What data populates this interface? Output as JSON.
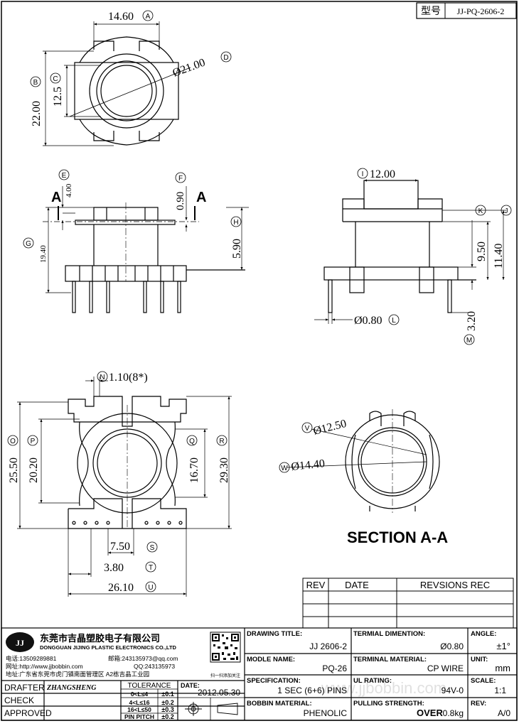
{
  "header": {
    "model_label": "型号",
    "model_no": "JJ-PQ-2606-2"
  },
  "top_view": {
    "width": "14.60",
    "width_tag": "A",
    "height": "22.00",
    "height_tag": "B",
    "inner": "12.5",
    "inner_tag": "C",
    "dia": "Ø21.00",
    "dia_tag": "D"
  },
  "side_view": {
    "e_tag": "E",
    "e_dim": "4.00",
    "f_tag": "F",
    "f_dim": "0.90",
    "section_left": "A",
    "section_right": "A",
    "g_tag": "G",
    "g_dim": "19.40",
    "h_dim": "5.90",
    "h_tag": "H"
  },
  "front_view": {
    "i_tag": "I",
    "i_dim": "12.00",
    "k_tag": "K",
    "j_tag": "J",
    "d950": "9.50",
    "d1140": "11.40",
    "pin_dia": "Ø0.80",
    "l_tag": "L",
    "m_tag": "M",
    "m_dim": "3.20"
  },
  "bottom_view": {
    "n_tag": "N",
    "n_dim": "1.10(8*)",
    "o_tag": "O",
    "o_dim": "25.50",
    "p_tag": "P",
    "p_dim": "20.20",
    "q_tag": "Q",
    "q_dim": "16.70",
    "r_tag": "R",
    "r_dim": "29.30",
    "s_dim": "7.50",
    "s_tag": "S",
    "t_dim": "3.80",
    "t_tag": "T",
    "u_dim": "26.10",
    "u_tag": "U"
  },
  "section": {
    "v_tag": "V",
    "v_dim": "Ø12.50",
    "w_tag": "W",
    "w_dim": "Ø14.40",
    "title": "SECTION A-A"
  },
  "rev_table": {
    "h_rev": "REV",
    "h_date": "DATE",
    "h_rec": "REVSIONS REC"
  },
  "company": {
    "logo": "JJ",
    "name_cn": "东莞市吉晶塑胶电子有限公司",
    "name_en": "DONGGUAN JIJING PLASTIC ELECTRONICS CO.,LTD",
    "tel": "电话:13509289881",
    "email": "邮箱:243135973@qq.com",
    "web": "网址:http://www.jjbobbin.com",
    "qq": "QQ:243135973",
    "addr": "地址:广东省东莞市虎门镇南面管理区 A2栋吉晶工业园",
    "qr_note": "扫一扫添加关注"
  },
  "title_block": {
    "drawing_title_label": "DRAWING TITLE:",
    "drawing_title": "JJ 2606-2",
    "terminal_dim_label": "TERMIAL DIMENTION:",
    "terminal_dim": "Ø0.80",
    "angle_label": "ANGLE:",
    "angle": "±1°",
    "model_name_label": "MODLE NAME:",
    "model_name": "PQ-26",
    "terminal_mat_label": "TERMINAL MATERIAL:",
    "terminal_mat": "CP WIRE",
    "unit_label": "UNIT:",
    "unit": "mm",
    "spec_label": "SPECIFICATION:",
    "spec": "1 SEC (6+6) PINS",
    "ul_label": "UL RATING:",
    "ul": "94V-0",
    "scale_label": "SCALE:",
    "scale": "1:1",
    "bobbin_label": "BOBBIN  MATERIAL:",
    "bobbin": "PHENOLIC",
    "pull_label": "PULLING STRENGTH:",
    "pull_over": "OVER",
    "pull": "0.8kg",
    "rev_label": "REV:",
    "rev": "A/0",
    "drafter_label": "DRAFTER",
    "drafter": "ZHANGSHENG",
    "check_label": "CHECK",
    "approved_label": "APPROVED",
    "tol_label": "TOLERANCE",
    "tol1_r": "0<L≤4",
    "tol1_v": "±0.1",
    "tol2_r": "4<L≤16",
    "tol2_v": "±0.2",
    "tol3_r": "16<L≤50",
    "tol3_v": "±0.3",
    "tol4_r": "PIN PITCH",
    "tol4_v": "±0.2",
    "date_label": "DATE:",
    "date": "2012.05.30"
  },
  "watermark": "www.jjbobbin.com"
}
